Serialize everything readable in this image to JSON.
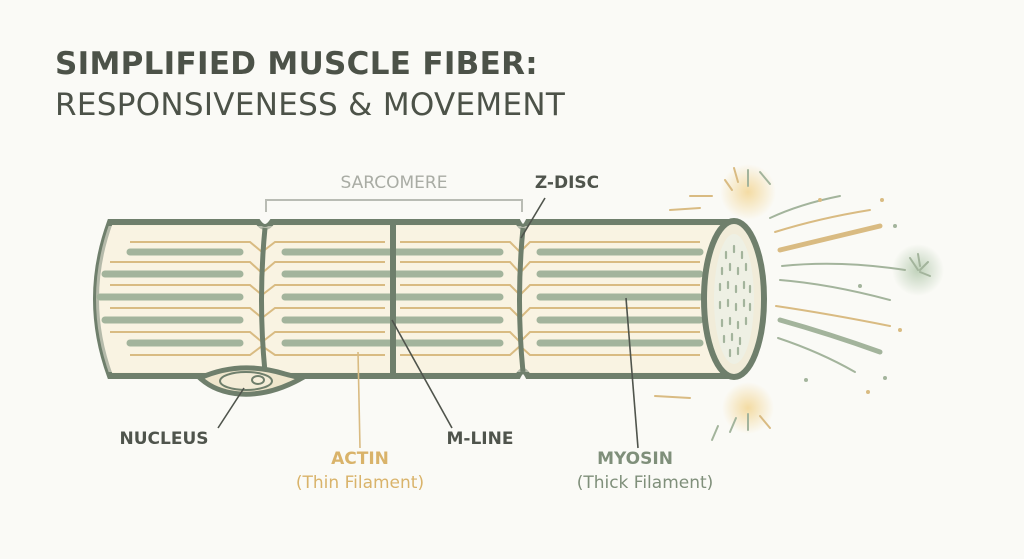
{
  "title": {
    "line1": "SIMPLIFIED MUSCLE FIBER:",
    "line2": "RESPONSIVENESS & MOVEMENT"
  },
  "labels": {
    "sarcomere": "SARCOMERE",
    "z_disc": "Z-DISC",
    "nucleus": "NUCLEUS",
    "actin": "ACTIN",
    "actin_sub": "(Thin Filament)",
    "m_line": "M-LINE",
    "myosin": "MYOSIN",
    "myosin_sub": "(Thick Filament)"
  },
  "colors": {
    "outline": "#6f7f6c",
    "myosin": "#a3b49c",
    "actin": "#d9bb82",
    "fiber_fill": "#f7f0dc",
    "text_dark": "#4c5248",
    "burst_glow": "#f0d79c"
  }
}
